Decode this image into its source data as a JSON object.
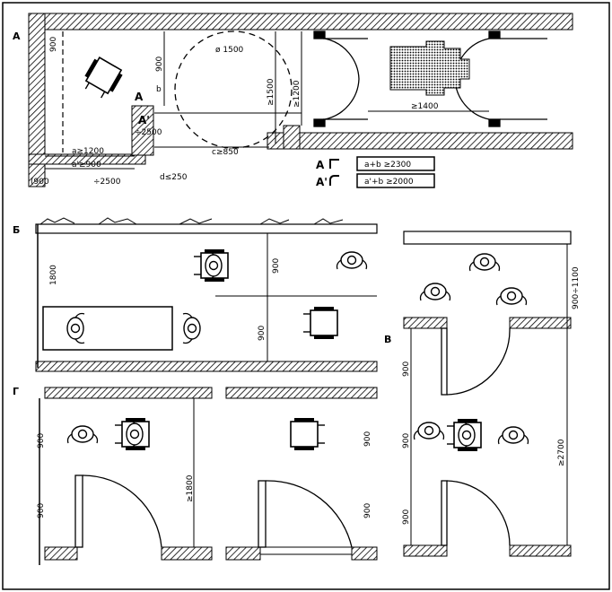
{
  "sections": {
    "a": "A",
    "a_prime": "A'",
    "b": "Б",
    "v": "В",
    "g": "Г"
  },
  "panel_a": {
    "dims": {
      "d900_left": "900",
      "d900_vertical": "900",
      "d_circle": "ø 1500",
      "d_ge1500": "≥1500",
      "d_ge1200_v": "≥1200",
      "d_ge1400": "≥1400",
      "d_a_ge1200": "a≥1200",
      "d_a_prime_ge900": "a'≥900",
      "d_bottom_1900": "(900",
      "d_bottom_2500": "÷2500",
      "d_inner_2500": "÷2500",
      "d_c_ge850": "c≥850",
      "d_d_le250": "d≤250",
      "d_b_mark": "b"
    },
    "legend": {
      "row1_label": "A",
      "row1_formula": "a+b ≥2300",
      "row2_label": "A'",
      "row2_formula": "a'+b ≥2000"
    }
  },
  "panel_b": {
    "dims": {
      "d1800": "1800",
      "d900_a": "900",
      "d900_b": "900"
    }
  },
  "panel_v": {
    "dims": {
      "d900_1100": "900÷1100",
      "d900_a": "900",
      "d900_b": "900",
      "d900_c": "900",
      "d_ge2700": "≥2700"
    }
  },
  "panel_g": {
    "dims": {
      "d900_a": "900",
      "d900_b": "900",
      "d_ge1800": "≥1800",
      "d900_c": "900",
      "d900_d": "900"
    }
  }
}
